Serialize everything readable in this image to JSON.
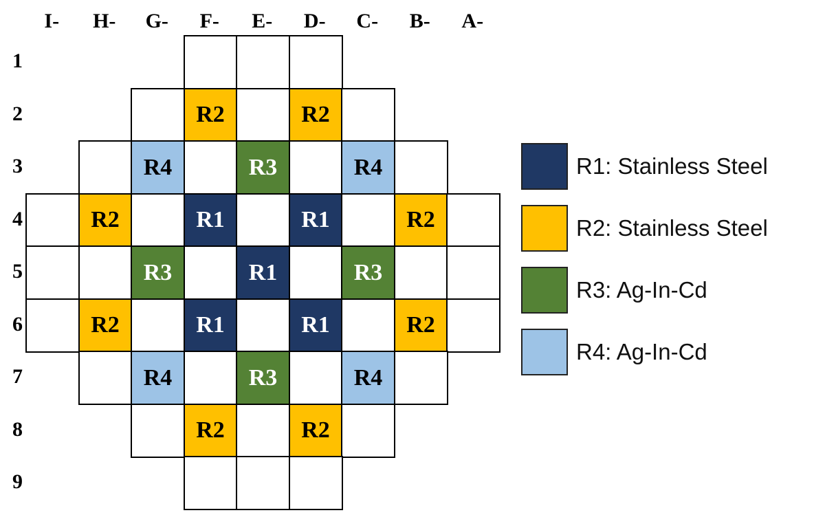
{
  "column_labels": [
    "I-",
    "H-",
    "G-",
    "F-",
    "E-",
    "D-",
    "C-",
    "B-",
    "A-"
  ],
  "row_labels": [
    "1",
    "2",
    "3",
    "4",
    "5",
    "6",
    "7",
    "8",
    "9"
  ],
  "rows": [
    [
      "",
      "",
      "",
      "",
      "",
      "",
      "",
      "",
      ""
    ],
    [
      "",
      "",
      "",
      "R2",
      "",
      "R2",
      "",
      "",
      ""
    ],
    [
      "",
      "",
      "R4",
      "",
      "R3",
      "",
      "R4",
      "",
      ""
    ],
    [
      "",
      "R2",
      "",
      "R1",
      "",
      "R1",
      "",
      "R2",
      ""
    ],
    [
      "",
      "",
      "R3",
      "",
      "R1",
      "",
      "R3",
      "",
      ""
    ],
    [
      "",
      "R2",
      "",
      "R1",
      "",
      "R1",
      "",
      "R2",
      ""
    ],
    [
      "",
      "",
      "R4",
      "",
      "R3",
      "",
      "R4",
      "",
      ""
    ],
    [
      "",
      "",
      "",
      "R2",
      "",
      "R2",
      "",
      "",
      ""
    ],
    [
      "",
      "",
      "",
      "",
      "",
      "",
      "",
      "",
      ""
    ]
  ],
  "row_spans": [
    [
      3,
      5
    ],
    [
      2,
      6
    ],
    [
      1,
      7
    ],
    [
      0,
      8
    ],
    [
      0,
      8
    ],
    [
      0,
      8
    ],
    [
      1,
      7
    ],
    [
      2,
      6
    ],
    [
      3,
      5
    ]
  ],
  "legend": [
    {
      "code": "R1",
      "label": "R1: Stainless Steel",
      "color": "#1f3864",
      "text_color": "#ffffff"
    },
    {
      "code": "R2",
      "label": "R2: Stainless Steel",
      "color": "#ffc000",
      "text_color": "#000000"
    },
    {
      "code": "R3",
      "label": "R3: Ag-In-Cd",
      "color": "#548235",
      "text_color": "#ffffff"
    },
    {
      "code": "R4",
      "label": "R4: Ag-In-Cd",
      "color": "#9dc3e6",
      "text_color": "#000000"
    }
  ]
}
